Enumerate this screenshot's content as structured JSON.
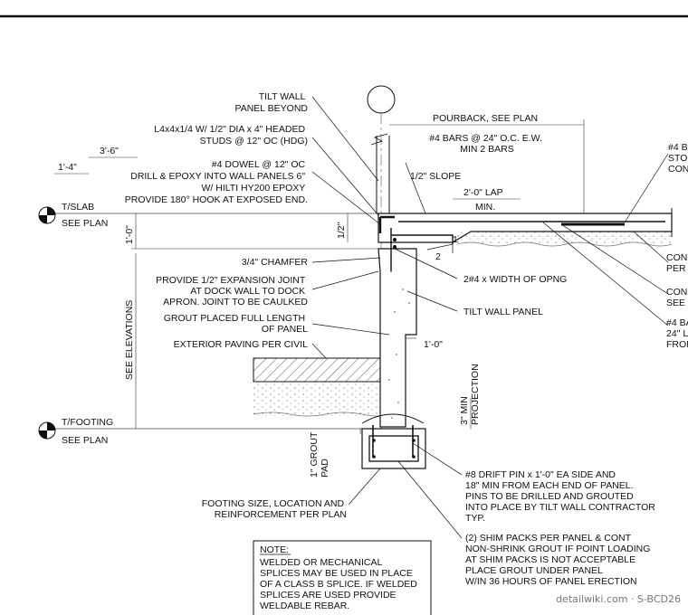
{
  "labels": {
    "tilt_wall_beyond": [
      "TILT WALL",
      "PANEL BEYOND"
    ],
    "angle": [
      "L4x4x1/4 W/ 1/2\" DIA x 4\" HEADED",
      "STUDS @ 12\" OC (HDG)"
    ],
    "dowel": [
      "#4 DOWEL @ 12\" OC",
      "DRILL & EPOXY INTO WALL PANELS 6\"",
      "W/ HILTI HY200 EPOXY",
      "PROVIDE 180° HOOK AT EXPOSED END."
    ],
    "dim_3_6": "3'-6\"",
    "dim_1_4": "1'-4\"",
    "tslab": "T/SLAB",
    "see_plan_top": "SEE PLAN",
    "dim_1_0_vert": "1'-0\"",
    "dim_half": "1/2\"",
    "chamfer": "3/4\" CHAMFER",
    "expansion": [
      "PROVIDE 1/2\" EXPANSION JOINT",
      "AT DOCK WALL TO DOCK",
      "APRON. JOINT TO BE CAULKED"
    ],
    "grout_full": [
      "GROUT PLACED FULL LENGTH",
      "OF PANEL"
    ],
    "ext_paving": "EXTERIOR PAVING PER CIVIL",
    "see_elevations": "SEE ELEVATIONS",
    "tfooting": "T/FOOTING",
    "see_plan_bottom": "SEE PLAN",
    "grout_pad": [
      "1\" GROUT",
      "PAD"
    ],
    "footing_size": [
      "FOOTING SIZE, LOCATION AND",
      "REINFORCEMENT PER PLAN"
    ],
    "pourback": "POURBACK, SEE PLAN",
    "bars4": [
      "#4 BARS @ 24\" O.C. E.W.",
      "MIN 2 BARS"
    ],
    "slope": "1/2\" SLOPE",
    "lap": "2'-0\" LAP",
    "min": "MIN.",
    "slope_num": "1",
    "slope_den": "2",
    "width_opng": "2#4 x WIDTH OF OPNG",
    "tilt_panel": "TILT WALL PANEL",
    "dim_1_0": "1'-0\"",
    "min_projection": [
      "3\" MIN",
      "PROJECTION"
    ],
    "drift_pin": [
      "#8 DRIFT PIN x 1'-0\" EA SIDE AND",
      "18\" MIN FROM EACH END OF PANEL.",
      "PINS TO BE DRILLED AND GROUTED",
      "INTO PLACE BY TILT WALL CONTRACTOR",
      "TYP."
    ],
    "shim_packs": [
      "(2) SHIM PACKS PER PANEL & CONT",
      "NON-SHRINK GROUT IF POINT LOADING",
      "AT SHIM PACKS IS NOT ACCEPTABLE",
      "PLACE GROUT UNDER PANEL",
      "W/IN 36 HOURS OF PANEL ERECTION"
    ],
    "right_1": [
      "#4 B",
      "STO",
      "CON"
    ],
    "right_2": [
      "CONC",
      "PER"
    ],
    "right_3": [
      "CONS",
      "SEE"
    ],
    "right_4": [
      "#4 BA",
      "24\" L",
      "FROM"
    ],
    "note_title": "NOTE:",
    "note_body": [
      "WELDED OR MECHANICAL",
      "SPLICES MAY BE USED IN PLACE",
      "OF A CLASS B SPLICE. IF WELDED",
      "SPLICES ARE USED PROVIDE",
      "WELDABLE REBAR."
    ],
    "watermark": "detailwiki.com · S-BCD26"
  }
}
